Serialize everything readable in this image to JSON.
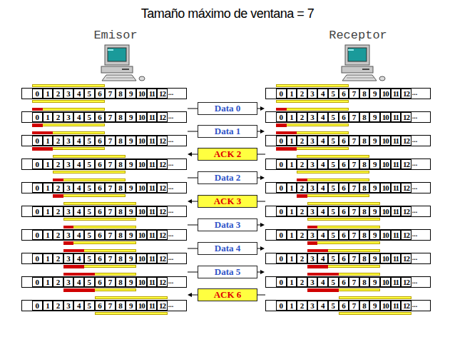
{
  "diagram": {
    "title": "Tamaño máximo de ventana = 7",
    "nodes": [
      {
        "text": [
          "Data 0"
        ]
      },
      {
        "text": [
          "Data 1"
        ]
      },
      {
        "text": [
          "ACK 2"
        ]
      },
      {
        "text": [
          "Data 2"
        ]
      },
      {
        "text": [
          "ACK 3"
        ]
      },
      {
        "text": [
          "Data 3"
        ]
      },
      {
        "text": [
          "Data 4"
        ]
      },
      {
        "text": [
          "Data 5"
        ]
      },
      {
        "text": [
          "ACK 6"
        ]
      }
    ],
    "labels": [
      "Emisor",
      "Receptor",
      "0",
      "1",
      "2",
      "3",
      "4",
      "5",
      "6",
      "7",
      "8",
      "9",
      "10",
      "11",
      "12",
      "...",
      "0",
      "1",
      "2",
      "3",
      "4",
      "5",
      "6",
      "7",
      "8",
      "9",
      "10",
      "11",
      "12",
      "...",
      "0",
      "1",
      "2",
      "3",
      "4",
      "5",
      "6",
      "7",
      "8",
      "9",
      "10",
      "11",
      "12",
      "...",
      "0",
      "1",
      "2",
      "3",
      "4",
      "5",
      "6",
      "7",
      "8",
      "9",
      "10",
      "11",
      "12",
      "...",
      "0",
      "1",
      "2",
      "3",
      "4",
      "5",
      "6",
      "7",
      "8",
      "9",
      "10",
      "11",
      "12",
      "...",
      "0",
      "1",
      "2",
      "3",
      "4",
      "5",
      "6",
      "7",
      "8",
      "9",
      "10",
      "11",
      "12",
      "...",
      "0",
      "1",
      "2",
      "3",
      "4",
      "5",
      "6",
      "7",
      "8",
      "9",
      "10",
      "11",
      "12",
      "...",
      "0",
      "1",
      "2",
      "3",
      "4",
      "5",
      "6",
      "7",
      "8",
      "9",
      "10",
      "11",
      "12",
      "...",
      "0",
      "1",
      "2",
      "3",
      "4",
      "5",
      "6",
      "7",
      "8",
      "9",
      "10",
      "11",
      "12",
      "...",
      "0",
      "1",
      "2",
      "3",
      "4",
      "5",
      "6",
      "7",
      "8",
      "9",
      "10",
      "11",
      "12",
      "...",
      "0",
      "1",
      "2",
      "3",
      "4",
      "5",
      "6",
      "7",
      "8",
      "9",
      "10",
      "11",
      "12",
      "...",
      "0",
      "1",
      "2",
      "3",
      "4",
      "5",
      "6",
      "7",
      "8",
      "9",
      "10",
      "11",
      "12",
      "...",
      "0",
      "1",
      "2",
      "3",
      "4",
      "5",
      "6",
      "7",
      "8",
      "9",
      "10",
      "11",
      "12",
      "...",
      "0",
      "1",
      "2",
      "3",
      "4",
      "5",
      "6",
      "7",
      "8",
      "9",
      "10",
      "11",
      "12",
      "...",
      "0",
      "1",
      "2",
      "3",
      "4",
      "5",
      "6",
      "7",
      "8",
      "9",
      "10",
      "11",
      "12",
      "...",
      "0",
      "1",
      "2",
      "3",
      "4",
      "5",
      "6",
      "7",
      "8",
      "9",
      "10",
      "11",
      "12",
      "...",
      "0",
      "1",
      "2",
      "3",
      "4",
      "5",
      "6",
      "7",
      "8",
      "9",
      "10",
      "11",
      "12",
      "...",
      "0",
      "1",
      "2",
      "3",
      "4",
      "5",
      "6",
      "7",
      "8",
      "9",
      "10",
      "11",
      "12",
      "...",
      "0",
      "1",
      "2",
      "3",
      "4",
      "5",
      "6",
      "7",
      "8",
      "9",
      "10",
      "11",
      "12",
      "...",
      "0",
      "1",
      "2",
      "3",
      "4",
      "5",
      "6",
      "7",
      "8",
      "9",
      "10",
      "11",
      "12",
      "..."
    ]
  }
}
